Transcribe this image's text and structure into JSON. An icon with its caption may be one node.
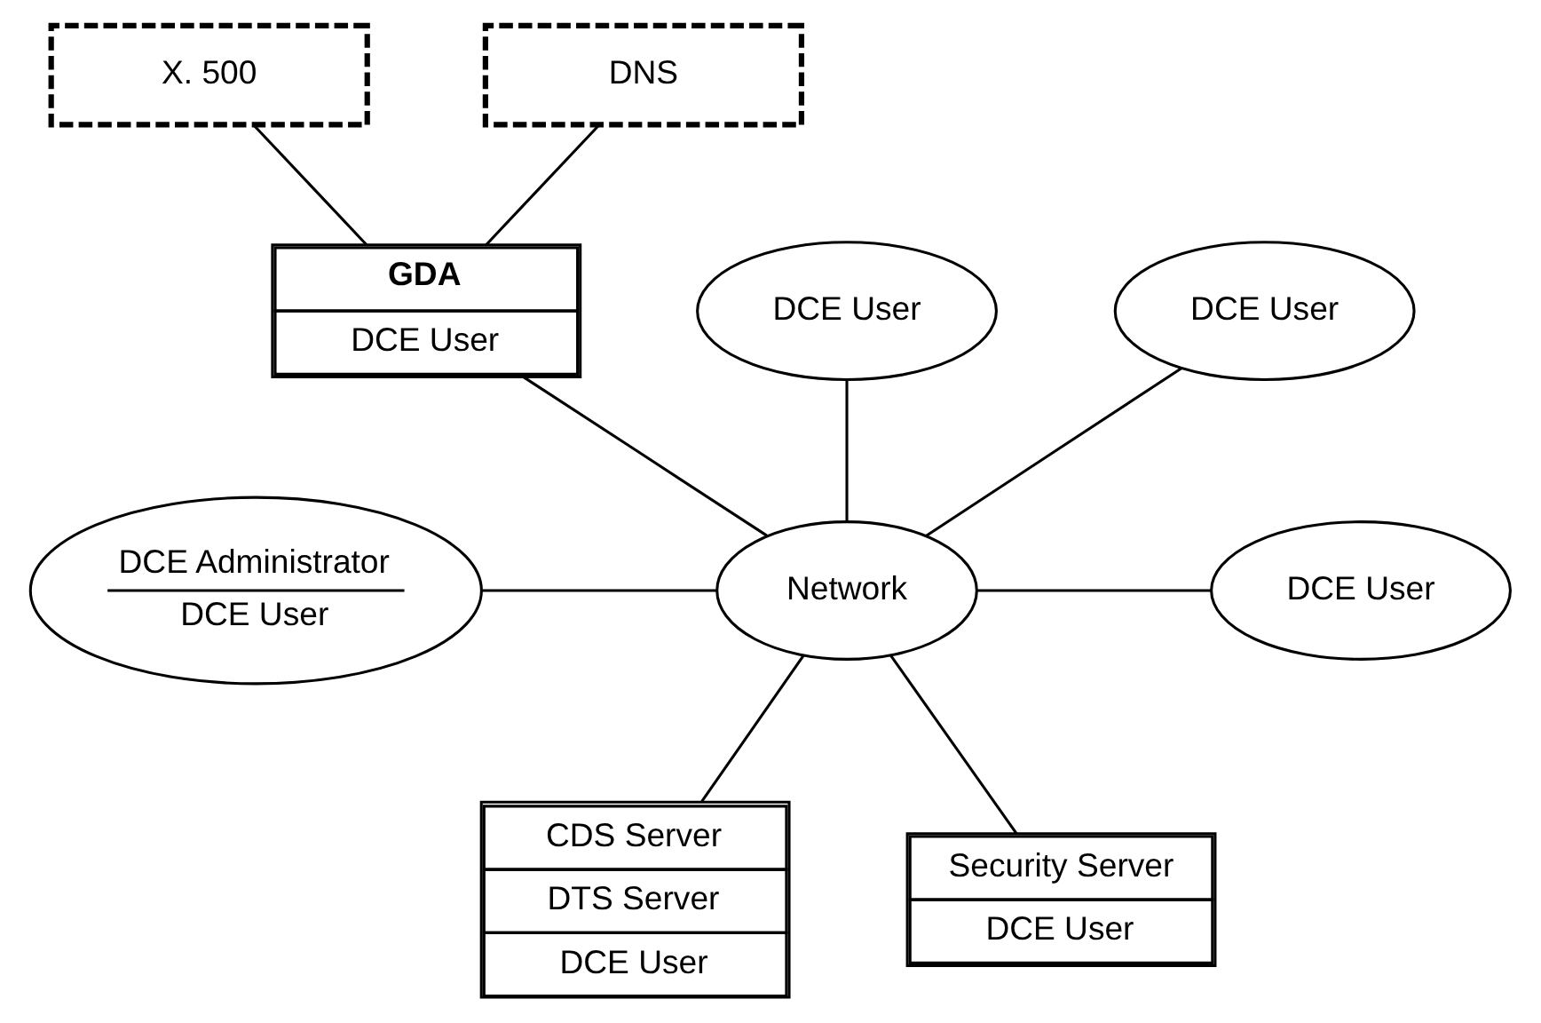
{
  "diagram": {
    "nodes": [
      {
        "text": [
          "X. 500"
        ]
      },
      {
        "text": [
          "DNS"
        ]
      },
      {
        "text": [
          "GDA",
          "DCE User"
        ]
      },
      {
        "text": [
          "DCE User"
        ]
      },
      {
        "text": [
          "DCE User"
        ]
      },
      {
        "text": [
          "DCE Administrator",
          "DCE User"
        ]
      },
      {
        "text": [
          "Network"
        ]
      },
      {
        "text": [
          "DCE User"
        ]
      },
      {
        "text": [
          "CDS Server",
          "DTS Server",
          "DCE User"
        ]
      },
      {
        "text": [
          "Security Server",
          "DCE User"
        ]
      }
    ],
    "edges": [
      {
        "from": 0,
        "to": 2,
        "arrow": "none"
      },
      {
        "from": 1,
        "to": 2,
        "arrow": "none"
      },
      {
        "from": 2,
        "to": 6,
        "arrow": "none"
      },
      {
        "from": 3,
        "to": 6,
        "arrow": "none"
      },
      {
        "from": 4,
        "to": 6,
        "arrow": "none"
      },
      {
        "from": 5,
        "to": 6,
        "arrow": "none"
      },
      {
        "from": 6,
        "to": 7,
        "arrow": "none"
      },
      {
        "from": 8,
        "to": 6,
        "arrow": "none"
      },
      {
        "from": 9,
        "to": 6,
        "arrow": "none"
      }
    ]
  }
}
